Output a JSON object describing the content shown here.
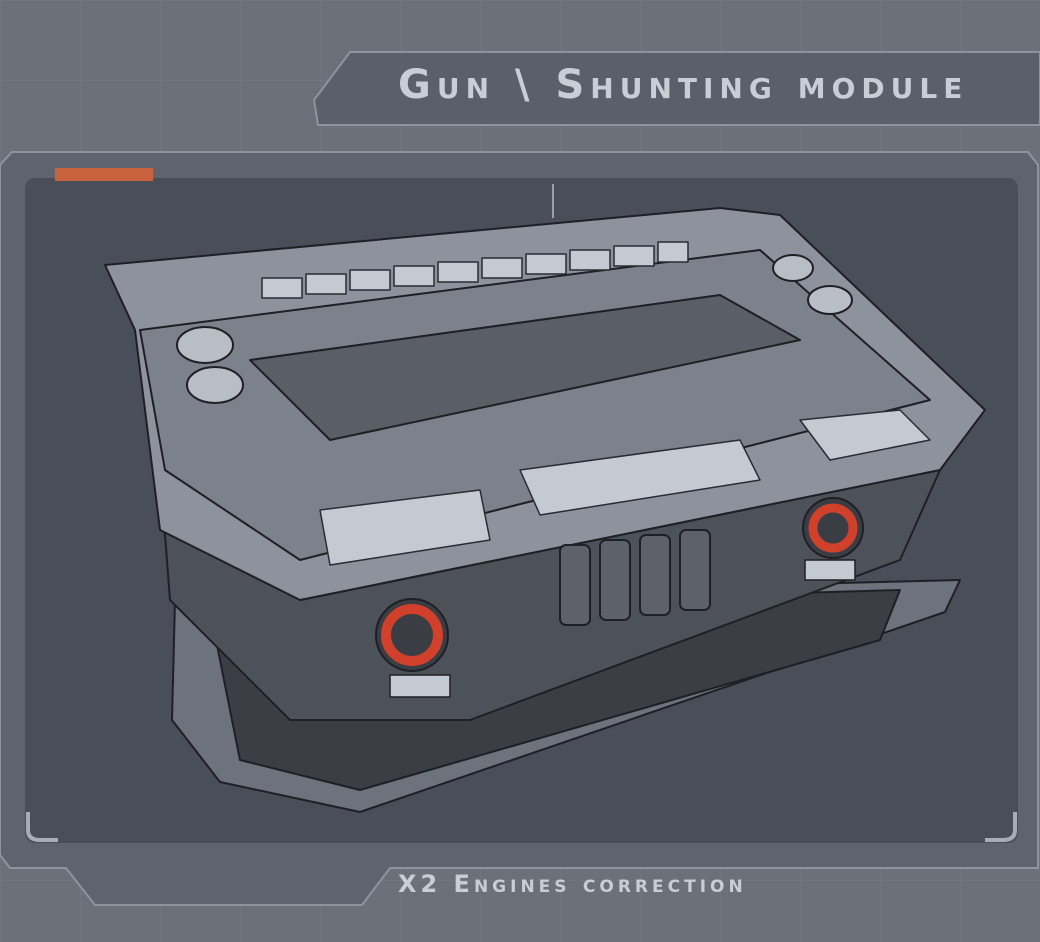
{
  "header": {
    "title": "Gun \\ Shunting module"
  },
  "footer": {
    "caption": "X2 Engines correction"
  },
  "colors": {
    "accent": "#c8623f",
    "engine_glow": "#d0402a",
    "panel": "#5c616b",
    "viewport": "#4a4e59",
    "text": "#c9cdd6"
  },
  "illustration": {
    "subject-icon": "shunting-module-render"
  }
}
